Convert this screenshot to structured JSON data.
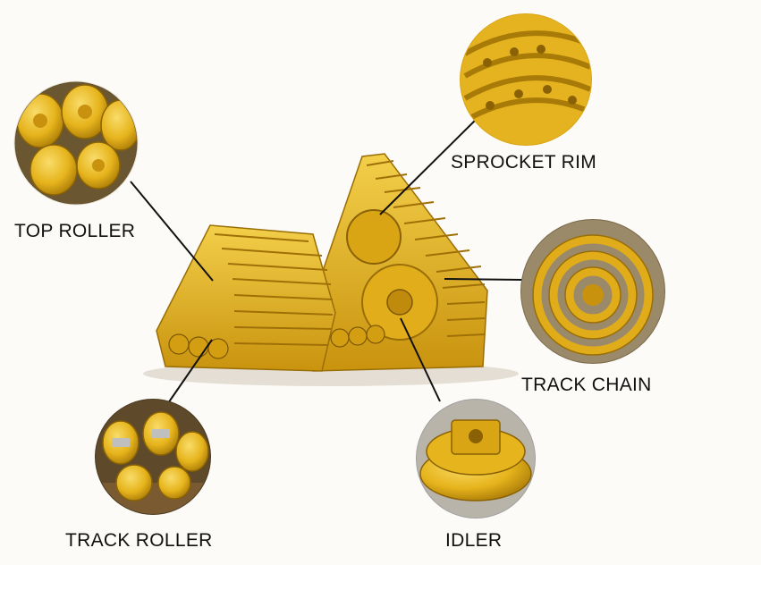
{
  "labels": {
    "top_roller": "TOP ROLLER",
    "sprocket_rim": "SPROCKET RIM",
    "track_chain": "TRACK CHAIN",
    "track_roller": "TRACK ROLLER",
    "idler": "IDLER"
  },
  "colors": {
    "part_yellow": "#e8b81c",
    "part_yellow_dark": "#b8860b",
    "part_yellow_light": "#f5d45a",
    "leader_line": "#111111",
    "background": "#fdfbf7"
  }
}
